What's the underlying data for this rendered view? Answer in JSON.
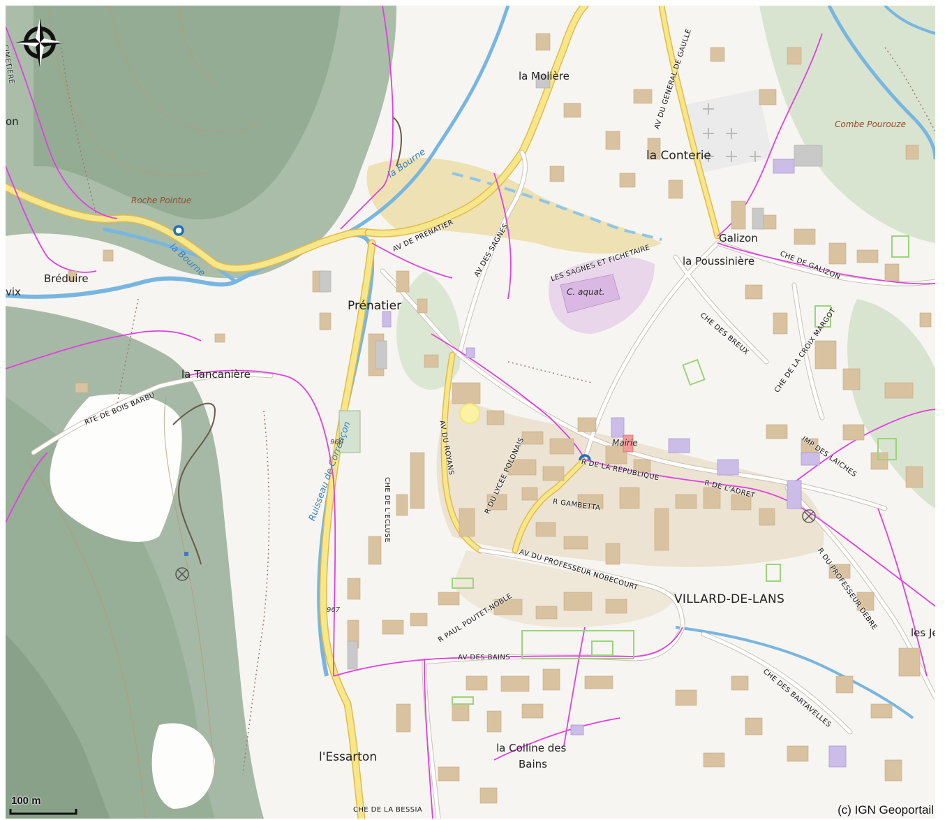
{
  "page": {
    "title": "",
    "attribution": "(c) IGN Geoportail",
    "scale_label": "100 m"
  },
  "colors": {
    "forest": "#cfdcc7",
    "relief": "#8fa88f",
    "built": "#e3d3b4",
    "building": "#d9c2a0",
    "water": "#78b6e0",
    "major_road": "#f3e27a",
    "trail": "#e040e0",
    "public_building": "#cbbde8",
    "town_hall": "#f39a9a",
    "meadow": "#eee1b3"
  },
  "places": {
    "la_moliere": "la Molière",
    "la_conterie": "la Conterie",
    "galizon": "Galizon",
    "la_poussiniere": "la Poussinière",
    "combe_pourouze": "Combe Pourouze",
    "roche_pointue": "Roche Pointue",
    "breduire": "Bréduire",
    "prenatier": "Prénatier",
    "la_tancaniere": "la Tancanière",
    "villard": "VILLARD-DE-LANS",
    "essarton": "l'Essarton",
    "colline_line1": "la Colline des",
    "colline_line2": "Bains",
    "les_je": "les Je",
    "mairie": "Mairie",
    "c_aquat": "C. aquat.",
    "on": "on",
    "vix": "vix"
  },
  "water": {
    "bourne_upper": "la Bourne",
    "bourne_lower": "la Bourne",
    "ruisseau": "Ruisseau de Corrençon"
  },
  "roads": {
    "av_prenatier": "AV DE PRENATIER",
    "av_sagnes": "AV DES SAGNES",
    "av_general": "AV DU GENERAL DE GAULLE",
    "sagnes_fichetaire": "LES SAGNES ET FICHETAIRE",
    "che_galizon": "CHE DE GALIZON",
    "che_breux": "CHE DES BREUX",
    "che_croix": "CHE DE LA CROIX MARGOT",
    "rte_bois": "RTE DE BOIS BARBU",
    "av_royans": "AV DU ROYANS",
    "lycee": "R DU LYCEE POLONAIS",
    "republique": "R DE LA REPUBLIQUE",
    "adret": "R DE L'ADRET",
    "imp_laiches": "IMP DES LAICHES",
    "gambetta": "R GAMBETTA",
    "nobecourt": "AV DU PROFESSEUR NOBECOURT",
    "debre": "R DU PROFESSEUR DEBRE",
    "ecluse": "CHE DE L'ECLUSE",
    "poutet": "R PAUL POUTET-NOBLE",
    "av_bains": "AV DES BAINS",
    "bartavelles": "CHE DES BARTAVELLES",
    "bessia": "CHE DE LA BESSIA",
    "cimetiere": "CIMETIERE"
  },
  "altitudes": {
    "a960": "960",
    "a967": "967"
  }
}
